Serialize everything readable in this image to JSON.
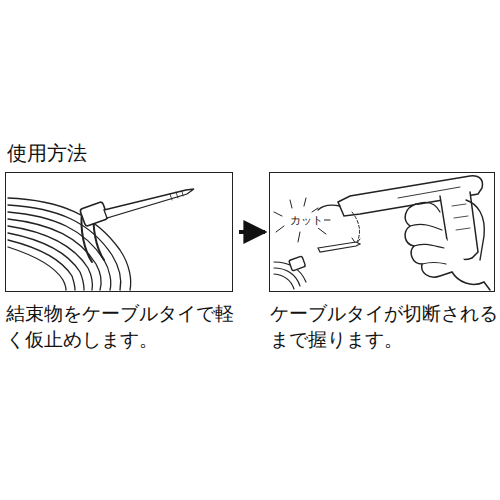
{
  "diagram": {
    "title": "使用方法",
    "nodes": [
      {
        "text": [
          "結束物をケーブルタイで軽く仮止めします。"
        ]
      },
      {
        "text": [
          "ケーブルタイが切断されるまで握ります。"
        ]
      }
    ],
    "edges": [
      {
        "from": 0,
        "to": 1,
        "arrow": "to"
      }
    ],
    "labels": [
      "カット"
    ]
  }
}
